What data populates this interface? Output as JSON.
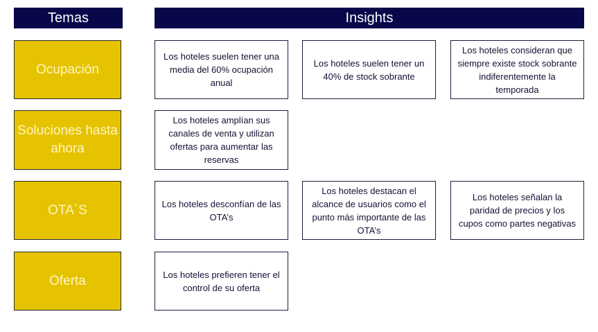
{
  "headers": {
    "temas": "Temas",
    "insights": "Insights"
  },
  "colors": {
    "header_bg": "#07074a",
    "tema_bg": "#e6c300",
    "tema_text": "#fff6c0"
  },
  "rows": [
    {
      "tema": "Ocupación",
      "insights": [
        "Los hoteles suelen tener una media del 60% ocupación anual",
        "Los hoteles suelen tener un 40% de stock sobrante",
        "Los hoteles consideran que siempre existe stock sobrante indiferentemente la temporada"
      ]
    },
    {
      "tema": "Soluciones hasta ahora",
      "insights": [
        "Los hoteles amplían sus canales de venta y utilizan ofertas para aumentar las reservas"
      ]
    },
    {
      "tema": "OTA´S",
      "insights": [
        "Los hoteles desconfían de las OTA’s",
        "Los hoteles destacan el alcance de usuarios como el punto más importante de las OTA’s",
        "Los hoteles señalan la paridad de precios y los cupos como partes negativas"
      ]
    },
    {
      "tema": "Oferta",
      "insights": [
        "Los hoteles prefieren tener el control de su oferta"
      ]
    }
  ]
}
